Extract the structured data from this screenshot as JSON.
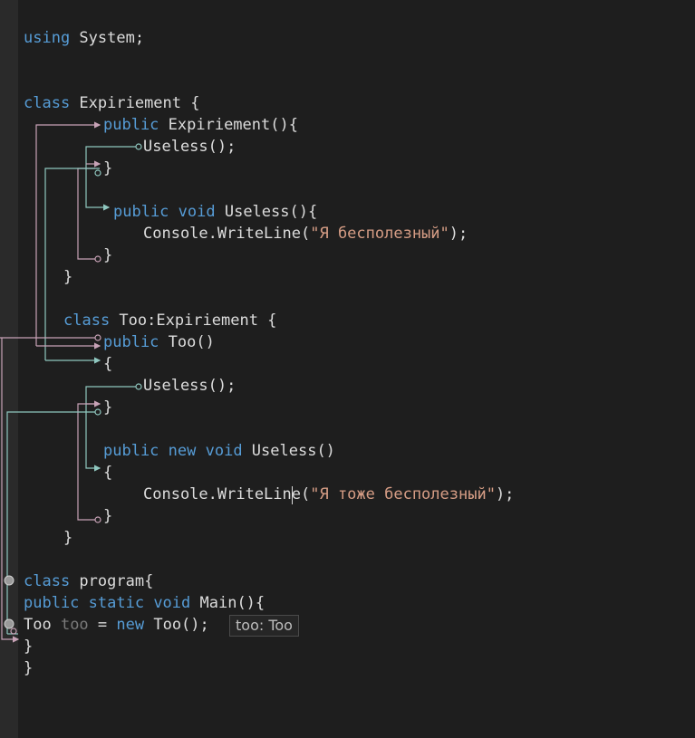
{
  "editor": {
    "lines": {
      "l1": {
        "kw1": "using",
        "t1": " System;"
      },
      "l2": {
        "kw1": "class",
        "t1": " Expiriement {"
      },
      "l3": {
        "kw1": "public",
        "t1": " Expiriement(){"
      },
      "l4": {
        "t1": "Useless();"
      },
      "l5": {
        "t1": "}"
      },
      "l6": {
        "kw1": "public",
        "kw2": " void",
        "t1": " Useless(){"
      },
      "l7": {
        "t1": "Console.WriteLine(",
        "s1": "\"Я бесполезный\"",
        "t2": ");"
      },
      "l8": {
        "t1": "}"
      },
      "l9": {
        "t1": "}"
      },
      "l10": {
        "kw1": "class",
        "t1": " Too:Expiriement {"
      },
      "l11": {
        "kw1": "public",
        "t1": " Too()"
      },
      "l12": {
        "t1": "{"
      },
      "l13": {
        "t1": "Useless();"
      },
      "l14": {
        "t1": "}"
      },
      "l15": {
        "kw1": "public",
        "kw2": " new",
        "kw3": " void",
        "t1": " Useless()"
      },
      "l16": {
        "t1": "{"
      },
      "l17": {
        "t1": "Console.WriteLine(",
        "s1": "\"Я тоже бесполезный\"",
        "t2": ");"
      },
      "l18": {
        "t1": "}"
      },
      "l19": {
        "t1": "}"
      },
      "l20": {
        "kw1": "class",
        "t1": " program{"
      },
      "l21": {
        "kw1": "public",
        "kw2": " static",
        "kw3": " void",
        "t1": " Main(){"
      },
      "l22": {
        "t1": "Too ",
        "d1": "too",
        "t2": " = ",
        "kw1": "new",
        "t3": " Too();"
      },
      "l23": {
        "t1": "}"
      },
      "l24": {
        "t1": "}"
      }
    },
    "inlay_hint": "too: Too"
  },
  "colors": {
    "background": "#1e1e1e",
    "keyword": "#569cd6",
    "string": "#d69d85",
    "arrow_pink": "#c7a2b6",
    "arrow_teal": "#8fc7bf"
  }
}
